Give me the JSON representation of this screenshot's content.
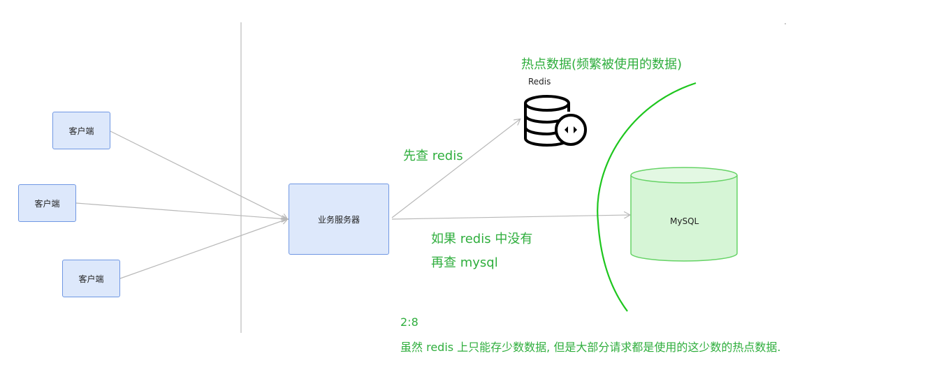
{
  "nodes": {
    "client_1": "客户端",
    "client_2": "客户端",
    "client_3": "客户端",
    "server": "业务服务器",
    "redis": "Redis",
    "mysql": "MySQL"
  },
  "annotations": {
    "hot_data": "热点数据(频繁被使用的数据)",
    "query_redis_first": "先查 redis",
    "fallback_line_1": "如果 redis 中没有",
    "fallback_line_2": "再查 mysql",
    "ratio": "2:8",
    "explanation": "虽然 redis 上只能存少数数据, 但是大部分请求都是使用的这少数的热点数据."
  },
  "colors": {
    "box_fill": "#dde8fb",
    "box_border": "#6f97e3",
    "connector": "#b8b8b8",
    "annotation_green": "#2fae3d",
    "mysql_fill": "#d6f5d6",
    "mysql_border": "#66d366"
  },
  "icons": {
    "redis": "database-icon"
  }
}
